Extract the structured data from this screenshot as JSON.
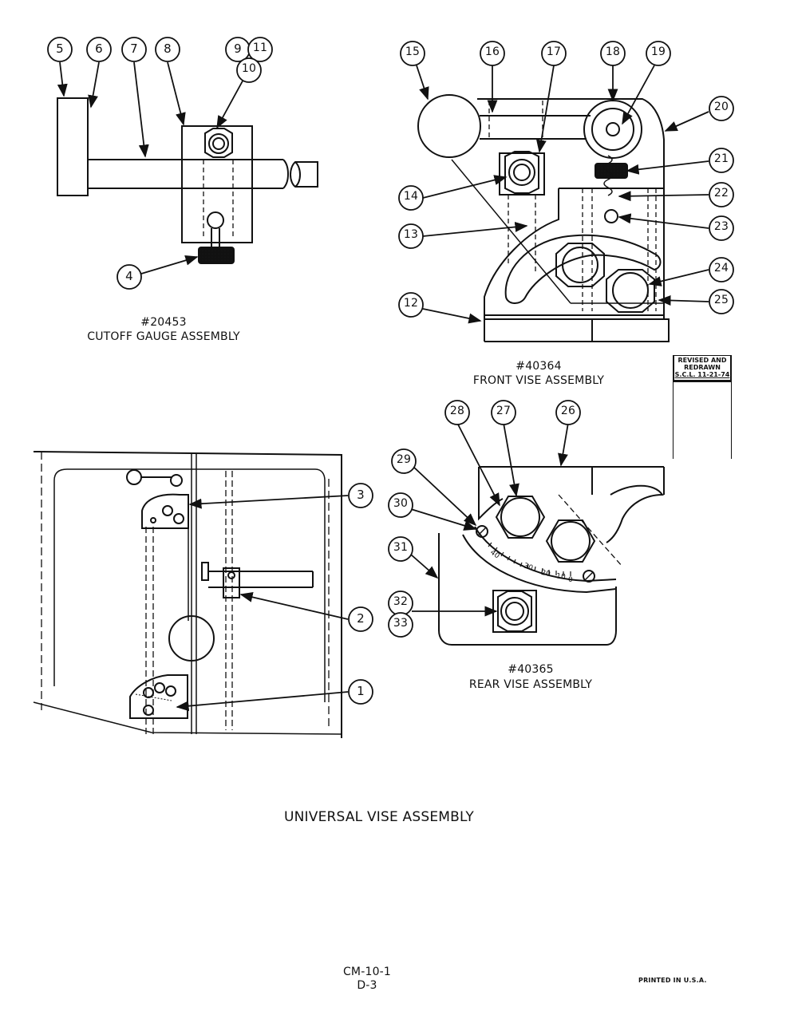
{
  "title": "UNIVERSAL VISE ASSEMBLY",
  "assemblies": {
    "cutoff": {
      "number": "#20453",
      "name": "CUTOFF GAUGE ASSEMBLY"
    },
    "front": {
      "number": "#40364",
      "name": "FRONT VISE ASSEMBLY"
    },
    "rear": {
      "number": "#40365",
      "name": "REAR VISE ASSEMBLY"
    }
  },
  "revision": {
    "line1": "REVISED AND",
    "line2": "REDRAWN",
    "line3": "S.C.L. 11-21-74"
  },
  "footer": {
    "doc": "CM-10-1",
    "page": "D-3",
    "printed": "PRINTED IN U.S.A."
  },
  "scale_marks": [
    "40",
    "30",
    "20",
    "10",
    "0"
  ],
  "callouts": [
    "1",
    "2",
    "3",
    "4",
    "5",
    "6",
    "7",
    "8",
    "9",
    "10",
    "11",
    "12",
    "13",
    "14",
    "15",
    "16",
    "17",
    "18",
    "19",
    "20",
    "21",
    "22",
    "23",
    "24",
    "25",
    "26",
    "27",
    "28",
    "29",
    "30",
    "31",
    "32",
    "33"
  ]
}
